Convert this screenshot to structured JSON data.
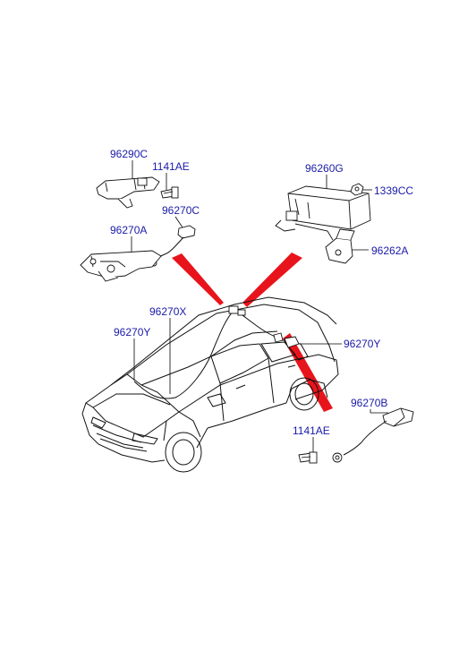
{
  "diagram": {
    "labels": {
      "p96290C": "96290C",
      "p1141AE_top": "1141AE",
      "p96270C": "96270C",
      "p96270A": "96270A",
      "p96260G": "96260G",
      "p1339CC": "1339CC",
      "p96262A": "96262A",
      "p96270X": "96270X",
      "p96270Y_left": "96270Y",
      "p96270Y_right": "96270Y",
      "p96270B": "96270B",
      "p1141AE_bottom": "1141AE"
    },
    "colors": {
      "label": "#1a1aa8",
      "pointer": "#e8141c",
      "line": "#111111"
    }
  }
}
